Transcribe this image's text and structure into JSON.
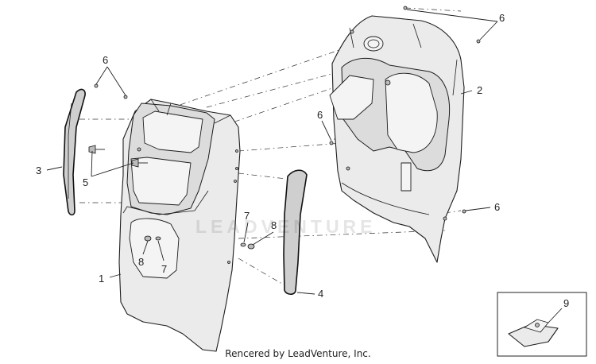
{
  "diagram": {
    "callouts": {
      "c1": "1",
      "c2": "2",
      "c3": "3",
      "c4": "4",
      "c5": "5",
      "c6a": "6",
      "c6b": "6",
      "c6c": "6",
      "c6d": "6",
      "c7a": "7",
      "c7b": "7",
      "c8a": "8",
      "c8b": "8",
      "c9": "9"
    },
    "watermark": "LEADVENTURE",
    "credit": "Rencered by LeadVenture, Inc."
  }
}
